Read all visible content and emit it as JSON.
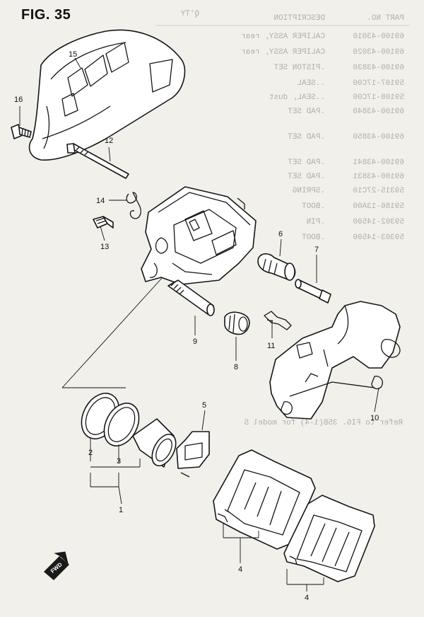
{
  "figure": {
    "title": "FIG. 35",
    "fwd_label": "FWD"
  },
  "callouts": {
    "c1": "1",
    "c2": "2",
    "c3": "3",
    "c4a": "4",
    "c4b": "4",
    "c5": "5",
    "c6": "6",
    "c7": "7",
    "c8": "8",
    "c9": "9",
    "c10": "10",
    "c11": "11",
    "c12": "12",
    "c13": "13",
    "c14": "14",
    "c15": "15",
    "c16": "16"
  },
  "bleed_through": {
    "header_part_no": "PART NO.",
    "header_description": "DESCRIPTION",
    "header_qty": "Q'TY",
    "rows": [
      {
        "part_no": "69100-43010",
        "description": "CALIPER ASSY, rear"
      },
      {
        "part_no": "69100-43020",
        "description": "CALIPER ASSY, rear"
      },
      {
        "part_no": "69100-43830",
        "description": ".PISTON SET"
      },
      {
        "part_no": "59107-17C00",
        "description": "..SEAL"
      },
      {
        "part_no": "59108-17C00",
        "description": "..SEAL, dust"
      },
      {
        "part_no": "69100-43840",
        "description": ".PAD SET"
      },
      {
        "part_no": "69100-43850",
        "description": ".PAD SET"
      },
      {
        "part_no": "69100-43841",
        "description": ".PAD SET"
      },
      {
        "part_no": "69100-43831",
        "description": ".PAD SET"
      },
      {
        "part_no": "59315-27C10",
        "description": ".SPRING"
      },
      {
        "part_no": "59186-13A00",
        "description": ".BOOT"
      },
      {
        "part_no": "59302-14500",
        "description": ".PIN"
      },
      {
        "part_no": "59303-14500",
        "description": ".BOOT"
      }
    ],
    "footnote": "Refer to FIG. 35B(1-4) for model S"
  }
}
